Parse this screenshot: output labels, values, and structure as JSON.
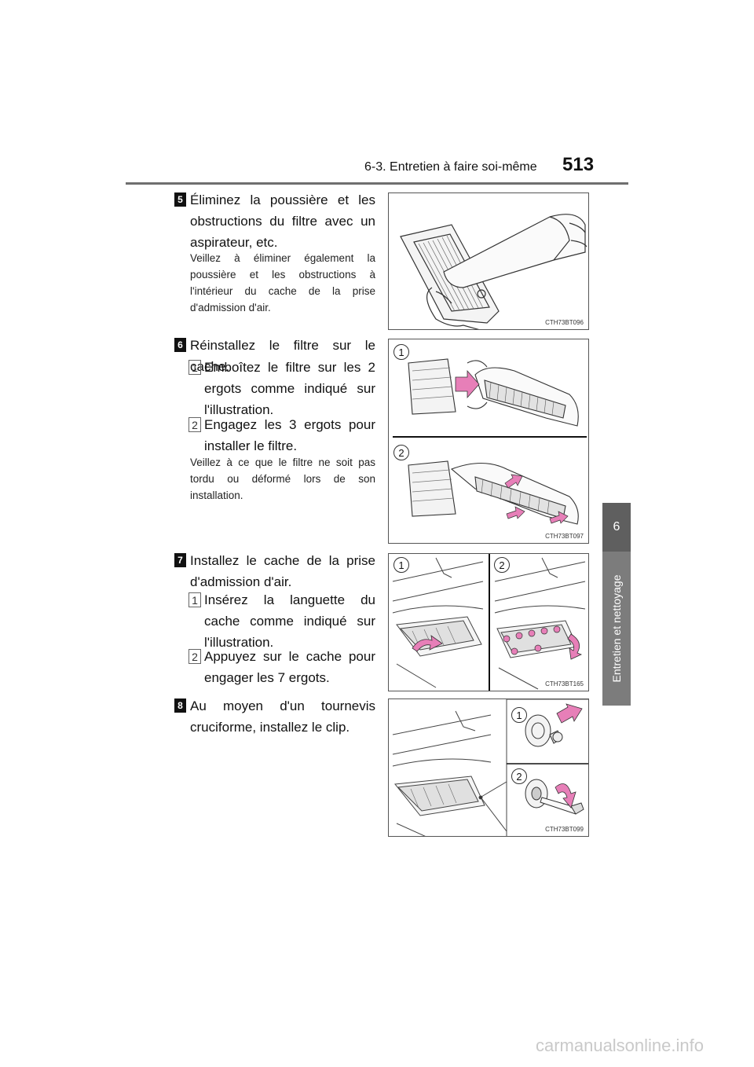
{
  "header": {
    "section": "6-3. Entretien à faire soi-même",
    "page_number": "513"
  },
  "side_tab": {
    "number": "6",
    "label": "Entretien et nettoyage"
  },
  "steps": [
    {
      "number": "5",
      "text": "Éliminez la poussière et les obstructions du filtre avec un aspirateur, etc.",
      "note": "Veillez à éliminer également la poussière et les obstructions à l'intérieur du cache de la prise d'admission d'air.",
      "figure_caption": "CTH73BT096"
    },
    {
      "number": "6",
      "text": "Réinstallez le filtre sur le cache.",
      "substeps": [
        {
          "number": "1",
          "text": "Emboîtez le filtre sur les 2 ergots comme indiqué sur l'illustration."
        },
        {
          "number": "2",
          "text": "Engagez les 3 ergots pour installer le filtre."
        }
      ],
      "note": "Veillez à ce que le filtre ne soit pas tordu ou déformé lors de son installation.",
      "figure_caption": "CTH73BT097",
      "figure_labels": [
        "1",
        "2"
      ]
    },
    {
      "number": "7",
      "text": "Installez le cache de la prise d'admission d'air.",
      "substeps": [
        {
          "number": "1",
          "text": "Insérez la languette du cache comme indiqué sur l'illustration."
        },
        {
          "number": "2",
          "text": "Appuyez sur le cache pour engager les 7 ergots."
        }
      ],
      "figure_caption": "CTH73BT165",
      "figure_labels": [
        "1",
        "2"
      ]
    },
    {
      "number": "8",
      "text": "Au moyen d'un tournevis cruciforme, installez le clip.",
      "figure_caption": "CTH73BT099",
      "figure_labels": [
        "1",
        "2"
      ]
    }
  ],
  "watermark": "carmanualsonline.info",
  "colors": {
    "arrow_pink": "#e77fb8",
    "tab_gray": "#7c7c7c",
    "rule_gray": "#6f6f6f"
  }
}
